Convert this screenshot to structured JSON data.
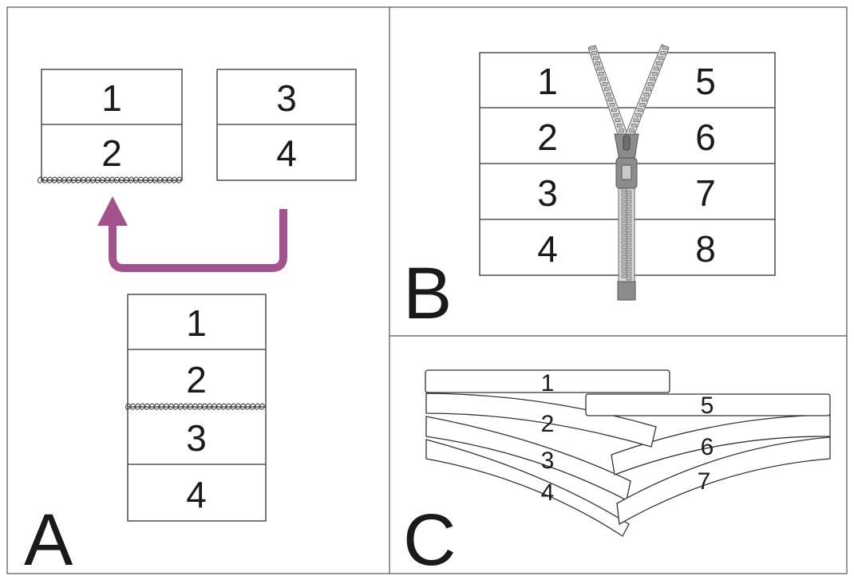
{
  "panels": {
    "a": {
      "letter": "A",
      "top_left_block": [
        "1",
        "2"
      ],
      "top_right_block": [
        "3",
        "4"
      ],
      "bottom_block": [
        "1",
        "2",
        "3",
        "4"
      ],
      "arrow_color": "#a2538e"
    },
    "b": {
      "letter": "B",
      "left_column": [
        "1",
        "2",
        "3",
        "4"
      ],
      "right_column": [
        "5",
        "6",
        "7",
        "8"
      ],
      "zipper_color": "#9a9a9a"
    },
    "c": {
      "letter": "C",
      "strips": [
        "1",
        "2",
        "3",
        "4",
        "5",
        "6",
        "7"
      ]
    }
  }
}
